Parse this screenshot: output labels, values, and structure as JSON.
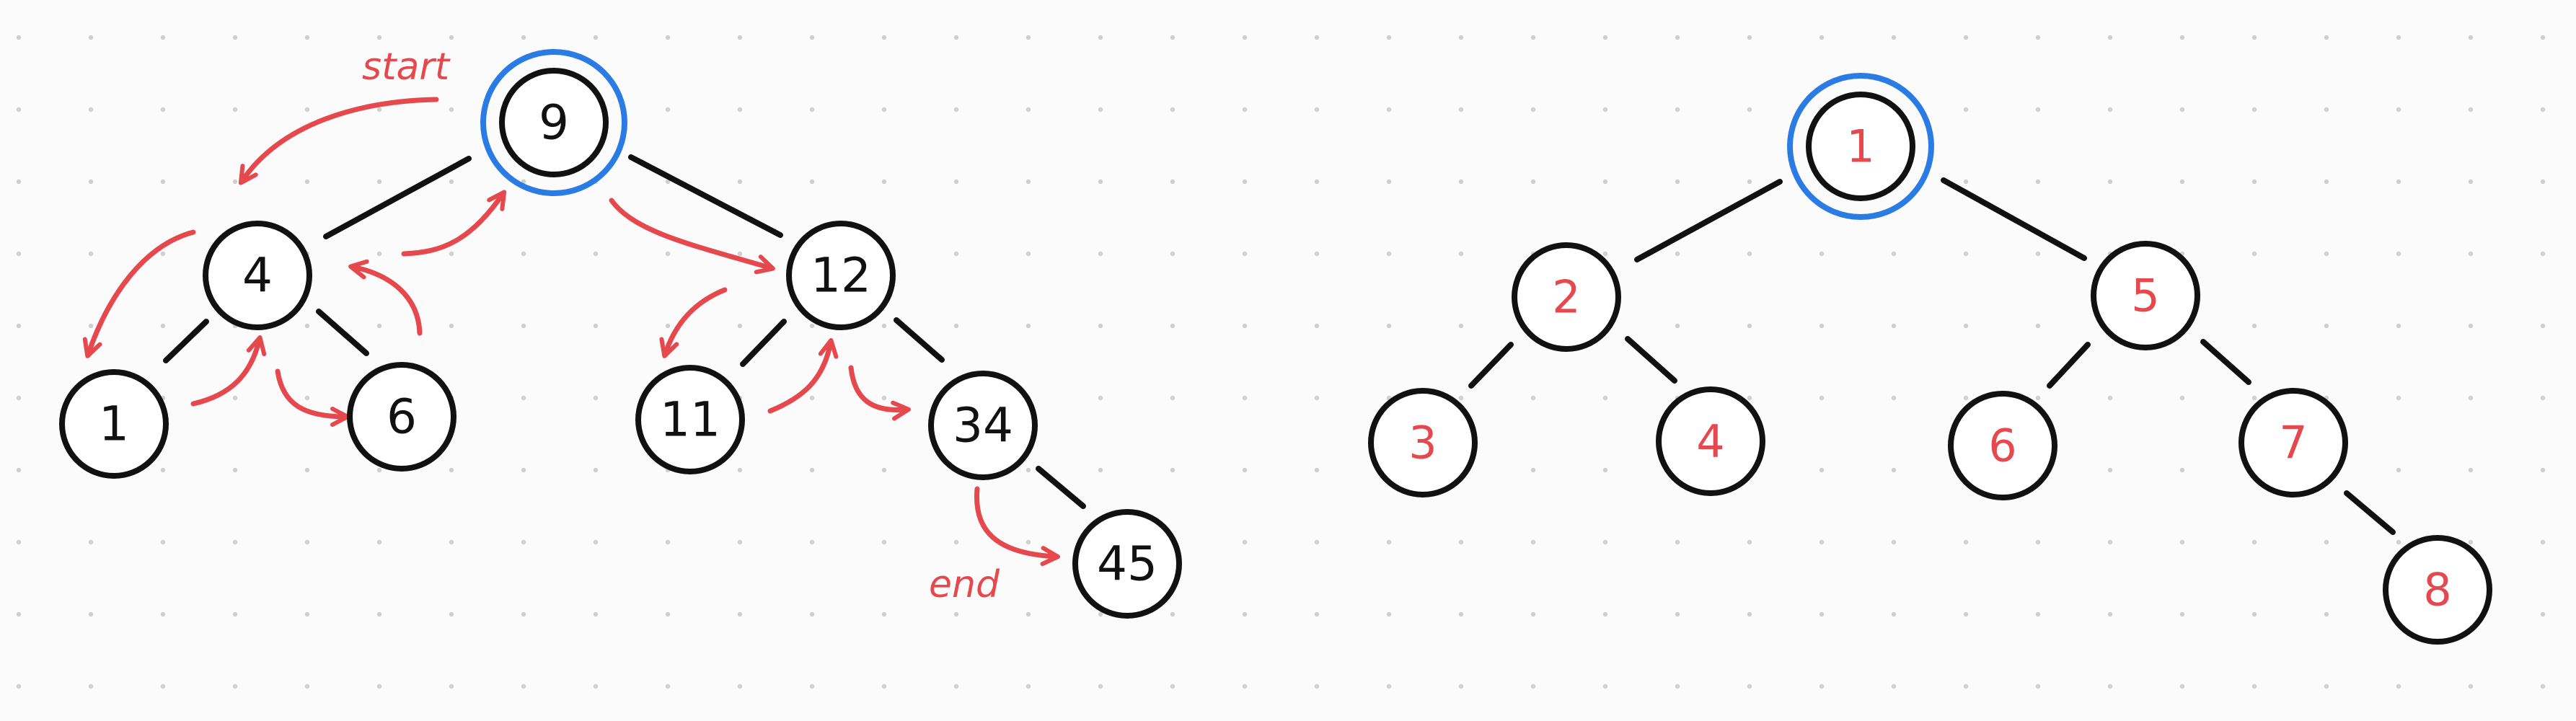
{
  "left_tree": {
    "nodes": {
      "root": "9",
      "n4": "4",
      "n12": "12",
      "n1": "1",
      "n6": "6",
      "n11": "11",
      "n34": "34",
      "n45": "45"
    },
    "annotations": {
      "start": "start",
      "end": "end"
    }
  },
  "right_tree": {
    "nodes": {
      "root": "1",
      "n2": "2",
      "n5": "5",
      "n3": "3",
      "n4": "4",
      "n6": "6",
      "n7": "7",
      "n8": "8"
    }
  },
  "colors": {
    "ink": "#111111",
    "traversal": "#e5484d",
    "root_highlight": "#2b7be4",
    "background": "#fbfbfb",
    "grid_dot": "#cfcfcf"
  }
}
